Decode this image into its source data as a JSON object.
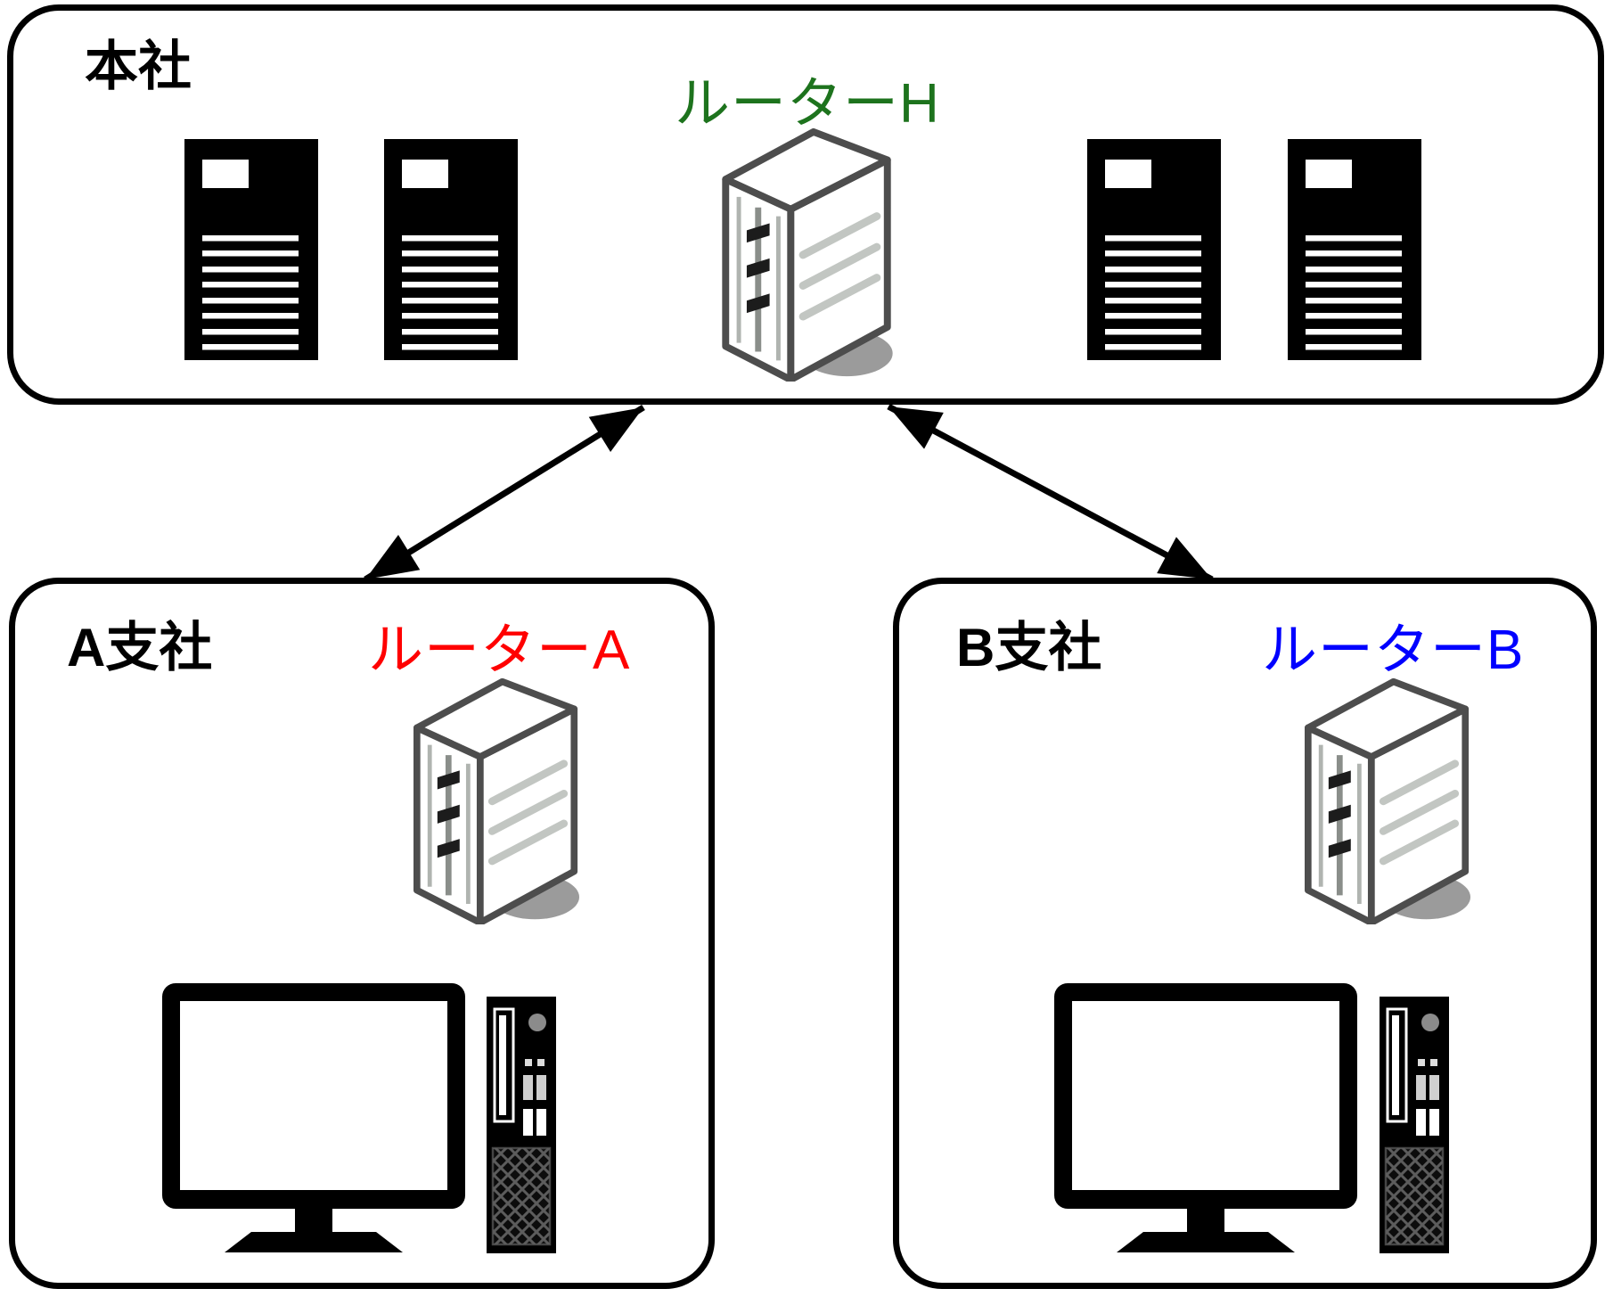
{
  "diagram": {
    "head_office": {
      "label": "本社",
      "router_label": "ルーターH",
      "router_label_color": "#1d731d",
      "server_count": 4
    },
    "branch_a": {
      "label": "A支社",
      "router_label": "ルーターA",
      "router_label_color": "#ff0000"
    },
    "branch_b": {
      "label": "B支社",
      "router_label": "ルーターB",
      "router_label_color": "#0000ff"
    },
    "links": [
      {
        "from": "本社",
        "to": "A支社",
        "style": "double-arrow"
      },
      {
        "from": "本社",
        "to": "B支社",
        "style": "double-arrow"
      }
    ],
    "colors": {
      "background": "#ffffff",
      "box_border": "#000000",
      "arrow": "#000000",
      "server_icon": "#000000",
      "computer_icon": "#000000",
      "router_outline": "#4d4d4d",
      "router_stripe": "#c2c6c2",
      "router_shadow": "#9b9b9b"
    }
  }
}
